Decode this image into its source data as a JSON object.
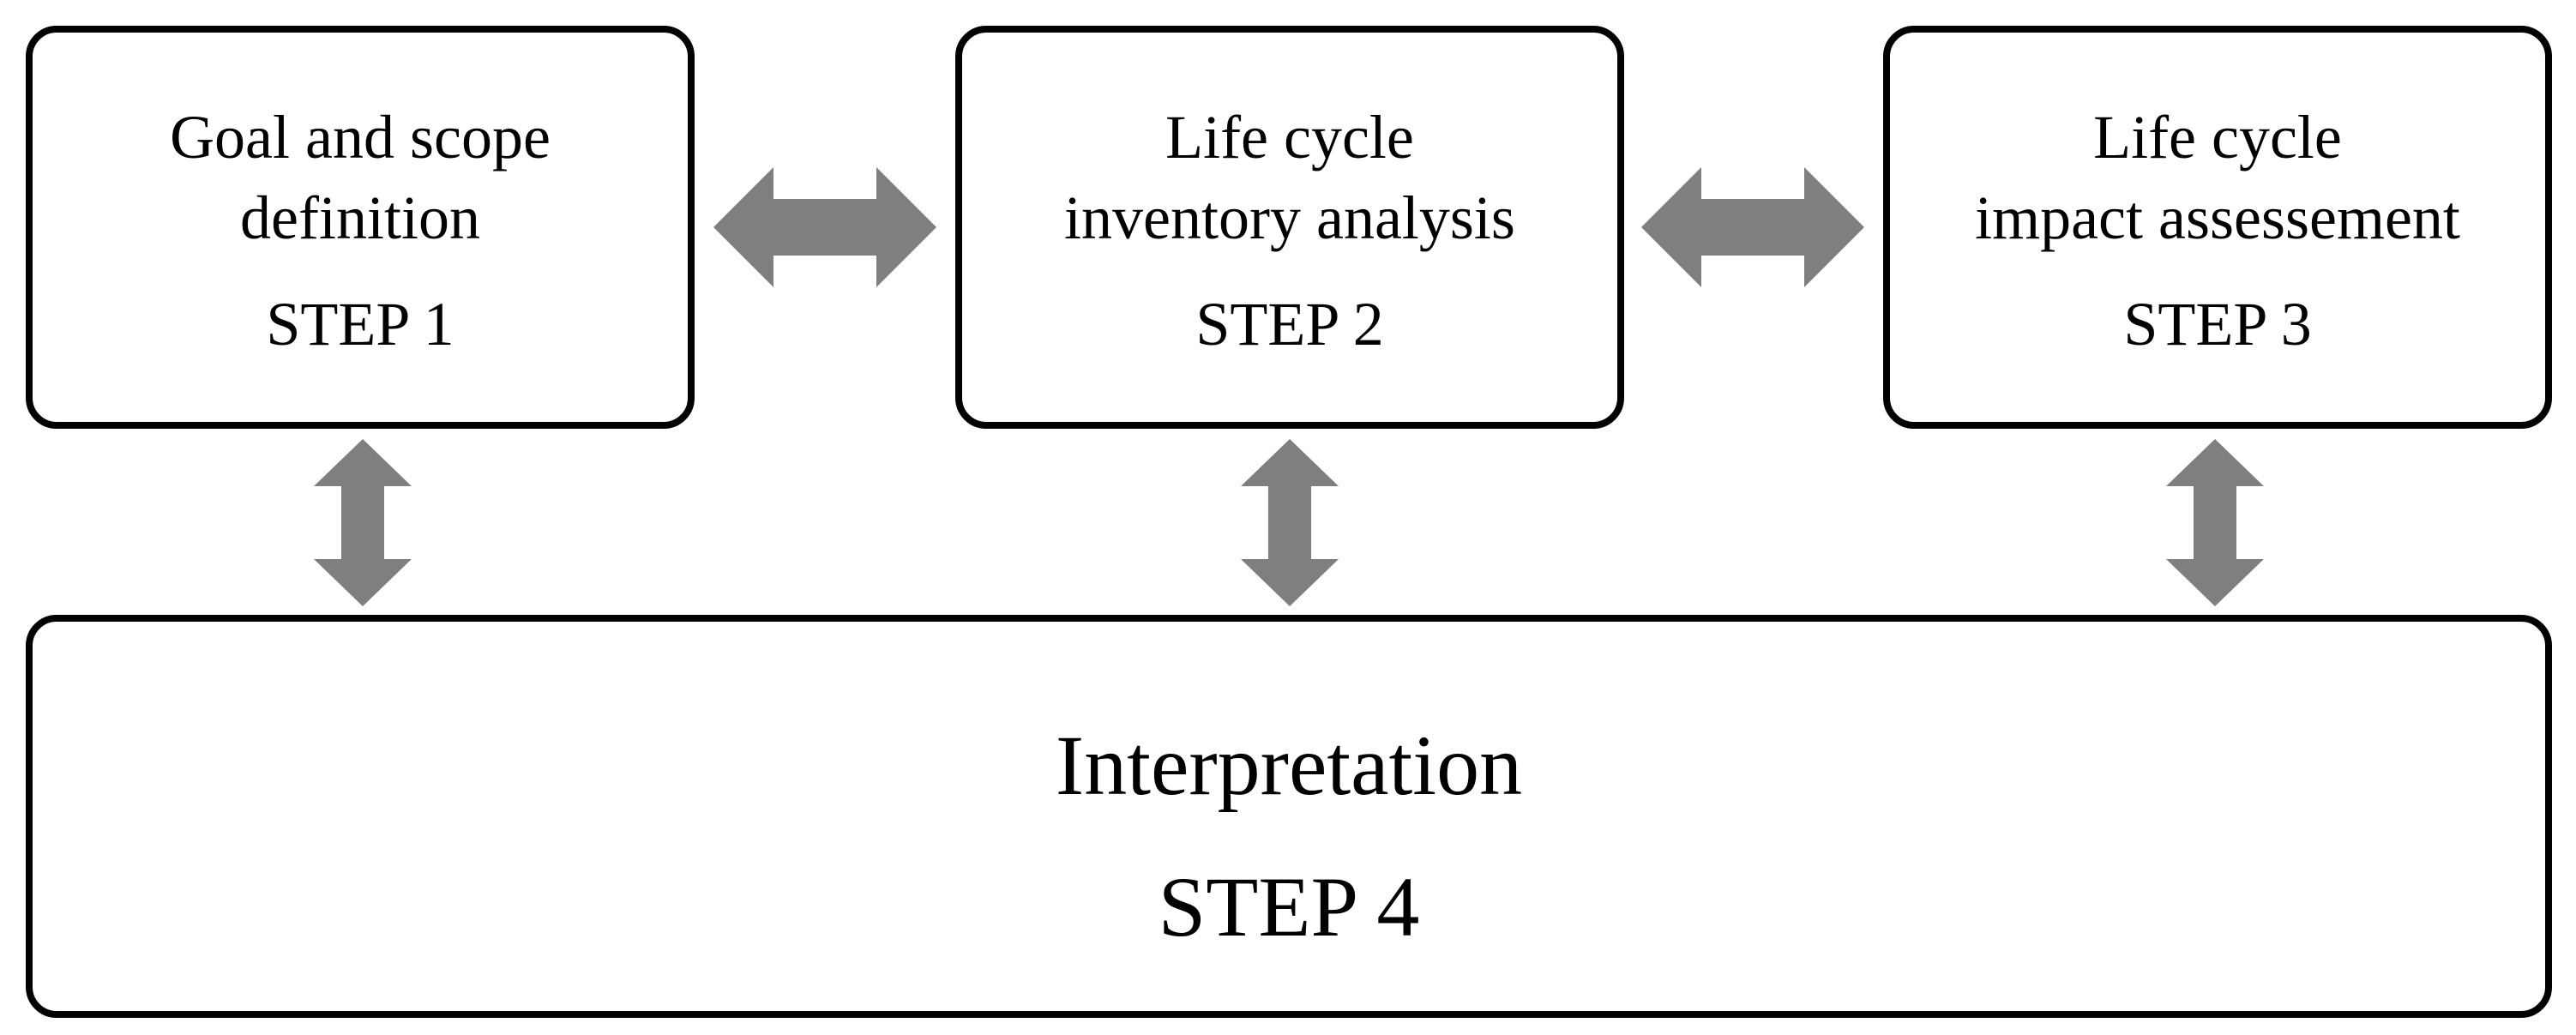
{
  "colors": {
    "box_border": "#000000",
    "arrow_fill": "#7f7f7f",
    "background": "#ffffff"
  },
  "steps": [
    {
      "title_lines": [
        "Goal and scope",
        "definition"
      ],
      "step": "STEP 1"
    },
    {
      "title_lines": [
        "Life cycle",
        "inventory analysis"
      ],
      "step": "STEP 2"
    },
    {
      "title_lines": [
        "Life cycle",
        "impact assessement"
      ],
      "step": "STEP 3"
    }
  ],
  "interpretation": {
    "title": "Interpretation",
    "step": "STEP 4"
  },
  "arrows": [
    {
      "type": "bidirectional",
      "from": "STEP 1",
      "to": "STEP 2"
    },
    {
      "type": "bidirectional",
      "from": "STEP 2",
      "to": "STEP 3"
    },
    {
      "type": "bidirectional",
      "from": "STEP 1",
      "to": "STEP 4"
    },
    {
      "type": "bidirectional",
      "from": "STEP 2",
      "to": "STEP 4"
    },
    {
      "type": "bidirectional",
      "from": "STEP 3",
      "to": "STEP 4"
    }
  ]
}
